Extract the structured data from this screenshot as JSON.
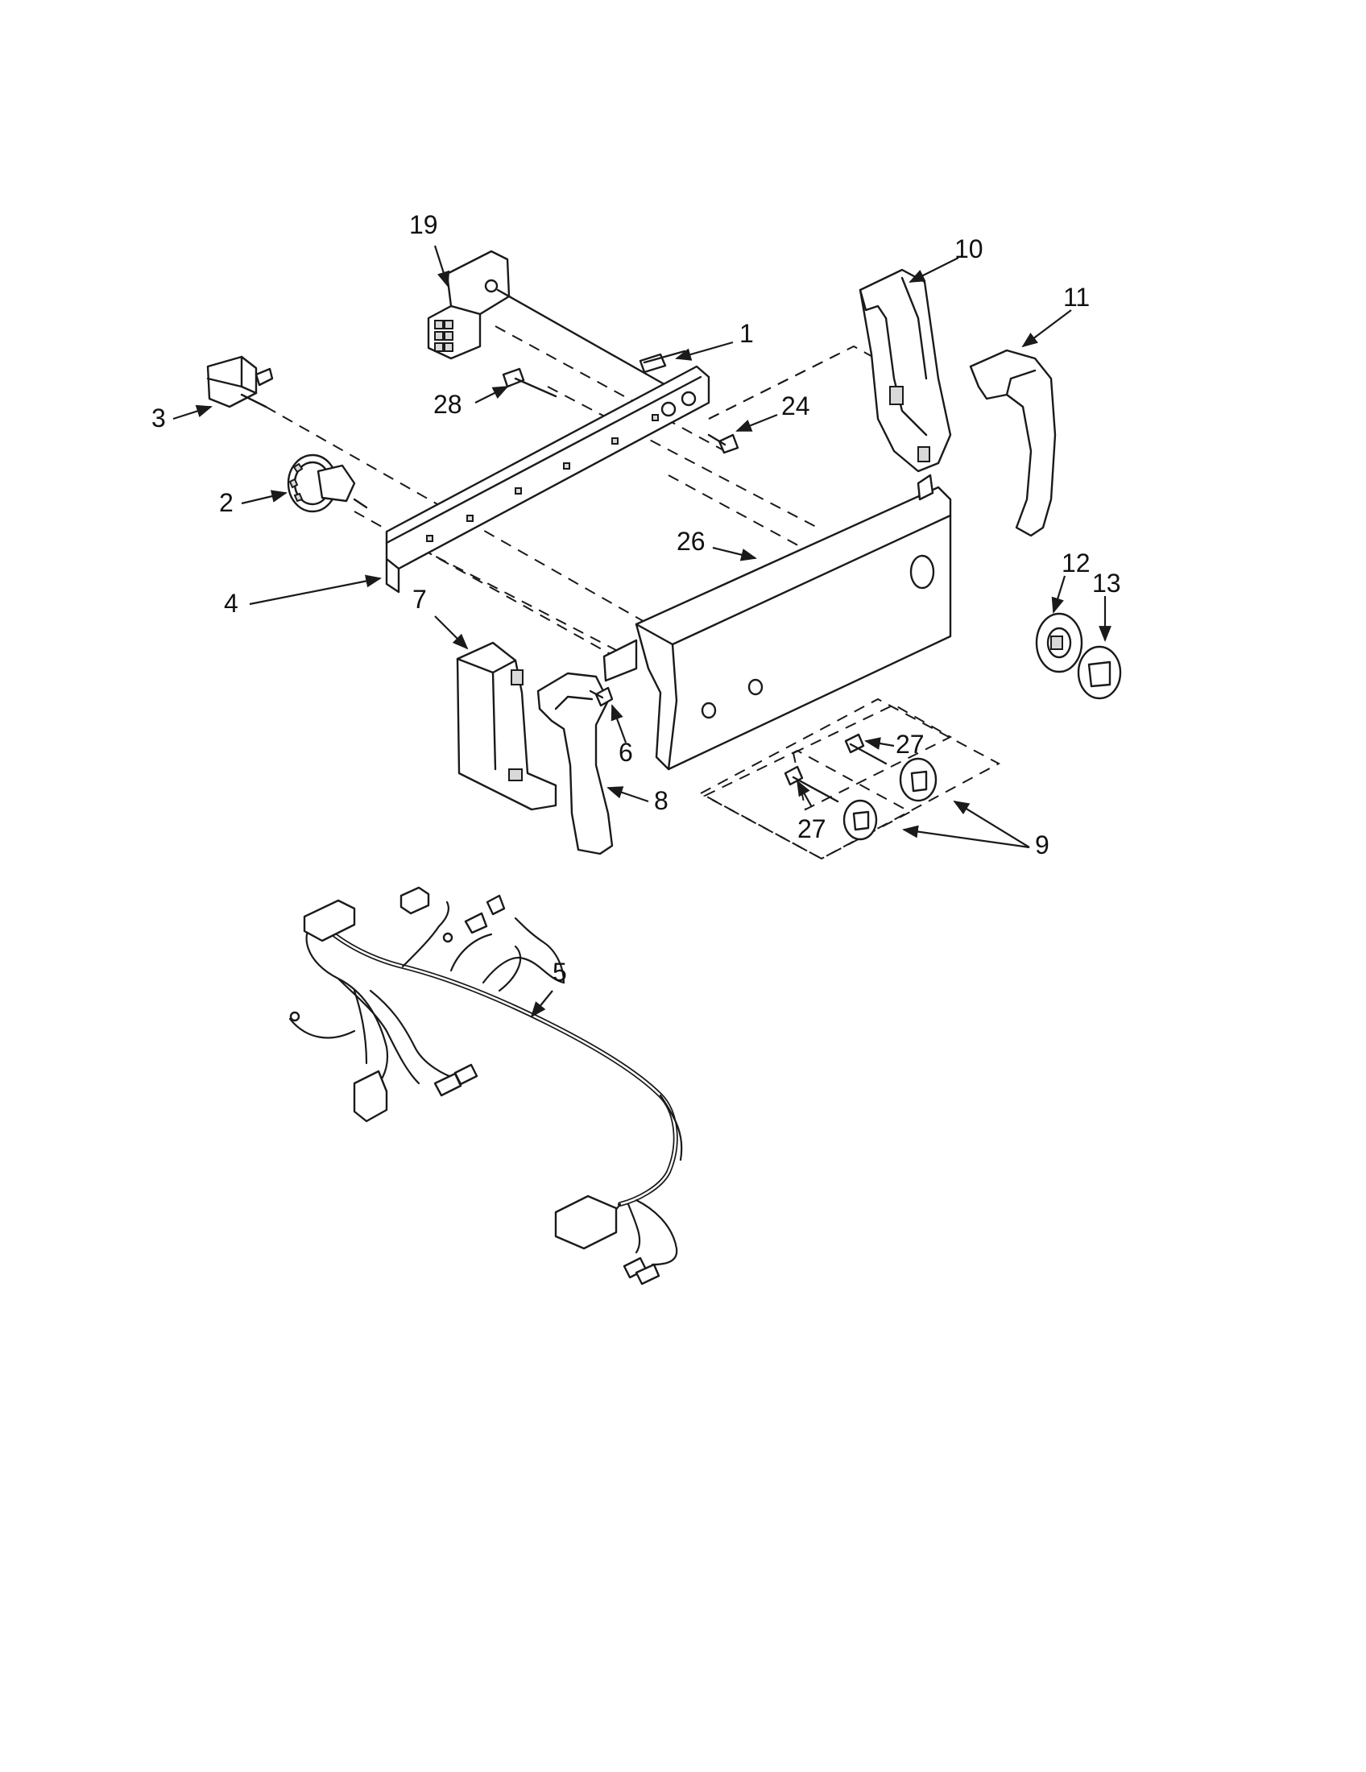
{
  "diagram": {
    "type": "exploded-parts-diagram",
    "callouts": [
      {
        "id": "c19",
        "label": "19"
      },
      {
        "id": "c10",
        "label": "10"
      },
      {
        "id": "c11",
        "label": "11"
      },
      {
        "id": "c1",
        "label": "1"
      },
      {
        "id": "c3",
        "label": "3"
      },
      {
        "id": "c28",
        "label": "28"
      },
      {
        "id": "c24",
        "label": "24"
      },
      {
        "id": "c2",
        "label": "2"
      },
      {
        "id": "c26",
        "label": "26"
      },
      {
        "id": "c12",
        "label": "12"
      },
      {
        "id": "c13",
        "label": "13"
      },
      {
        "id": "c4",
        "label": "4"
      },
      {
        "id": "c7",
        "label": "7"
      },
      {
        "id": "c6",
        "label": "6"
      },
      {
        "id": "c27a",
        "label": "27"
      },
      {
        "id": "c8",
        "label": "8"
      },
      {
        "id": "c27b",
        "label": "27"
      },
      {
        "id": "c9",
        "label": "9"
      },
      {
        "id": "c5",
        "label": "5"
      }
    ]
  },
  "colors": {
    "line": "#1a1a1a",
    "background": "#ffffff",
    "shade": "#d9d9d9"
  }
}
